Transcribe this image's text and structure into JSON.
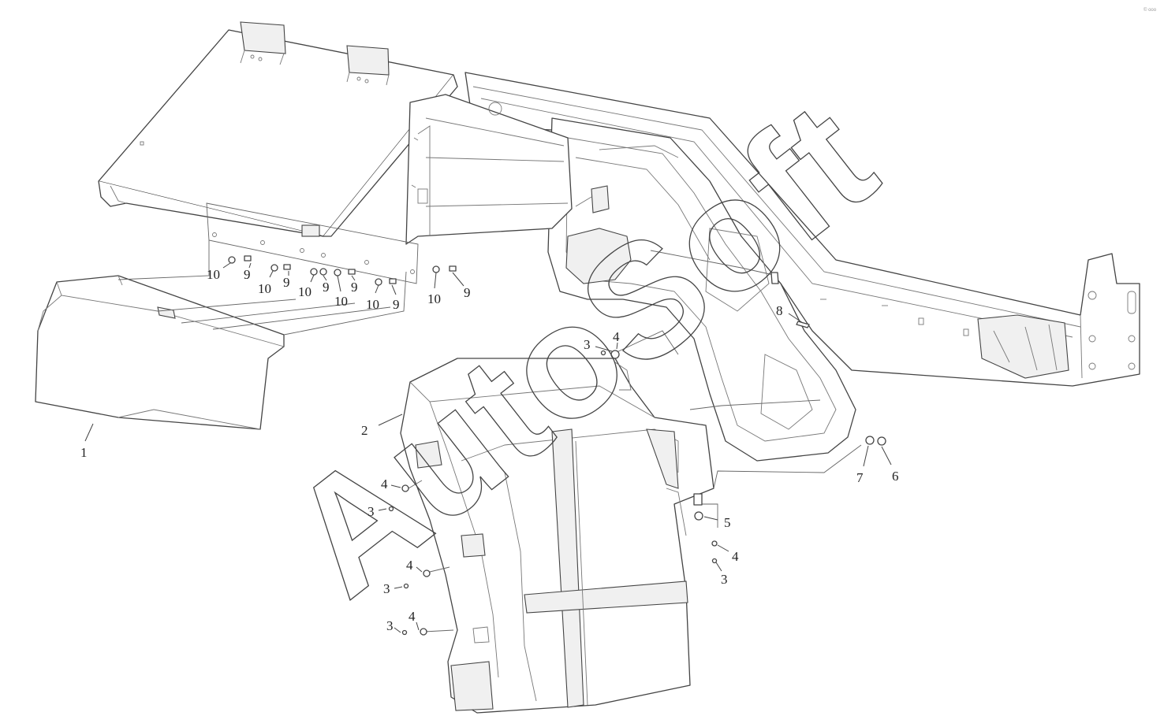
{
  "watermark": "AutoSoft",
  "corner_mark": "© ooo",
  "callouts": [
    {
      "id": "c1",
      "label": "1"
    },
    {
      "id": "c2",
      "label": "2"
    },
    {
      "id": "c3a",
      "label": "3"
    },
    {
      "id": "c4a",
      "label": "4"
    },
    {
      "id": "c4b",
      "label": "4"
    },
    {
      "id": "c3b",
      "label": "3"
    },
    {
      "id": "c4c",
      "label": "4"
    },
    {
      "id": "c3c",
      "label": "3"
    },
    {
      "id": "c4d",
      "label": "4"
    },
    {
      "id": "c3d",
      "label": "3"
    },
    {
      "id": "c5",
      "label": "5"
    },
    {
      "id": "c4e",
      "label": "4"
    },
    {
      "id": "c3e",
      "label": "3"
    },
    {
      "id": "c6",
      "label": "6"
    },
    {
      "id": "c7",
      "label": "7"
    },
    {
      "id": "c8",
      "label": "8"
    },
    {
      "id": "c10a",
      "label": "10"
    },
    {
      "id": "c9a",
      "label": "9"
    },
    {
      "id": "c10b",
      "label": "10"
    },
    {
      "id": "c9b",
      "label": "9"
    },
    {
      "id": "c10c",
      "label": "10"
    },
    {
      "id": "c9c",
      "label": "9"
    },
    {
      "id": "c10d",
      "label": "10"
    },
    {
      "id": "c9d",
      "label": "9"
    },
    {
      "id": "c10e",
      "label": "10"
    },
    {
      "id": "c9e",
      "label": "9"
    },
    {
      "id": "c10f",
      "label": "10"
    },
    {
      "id": "c9f",
      "label": "9"
    }
  ]
}
